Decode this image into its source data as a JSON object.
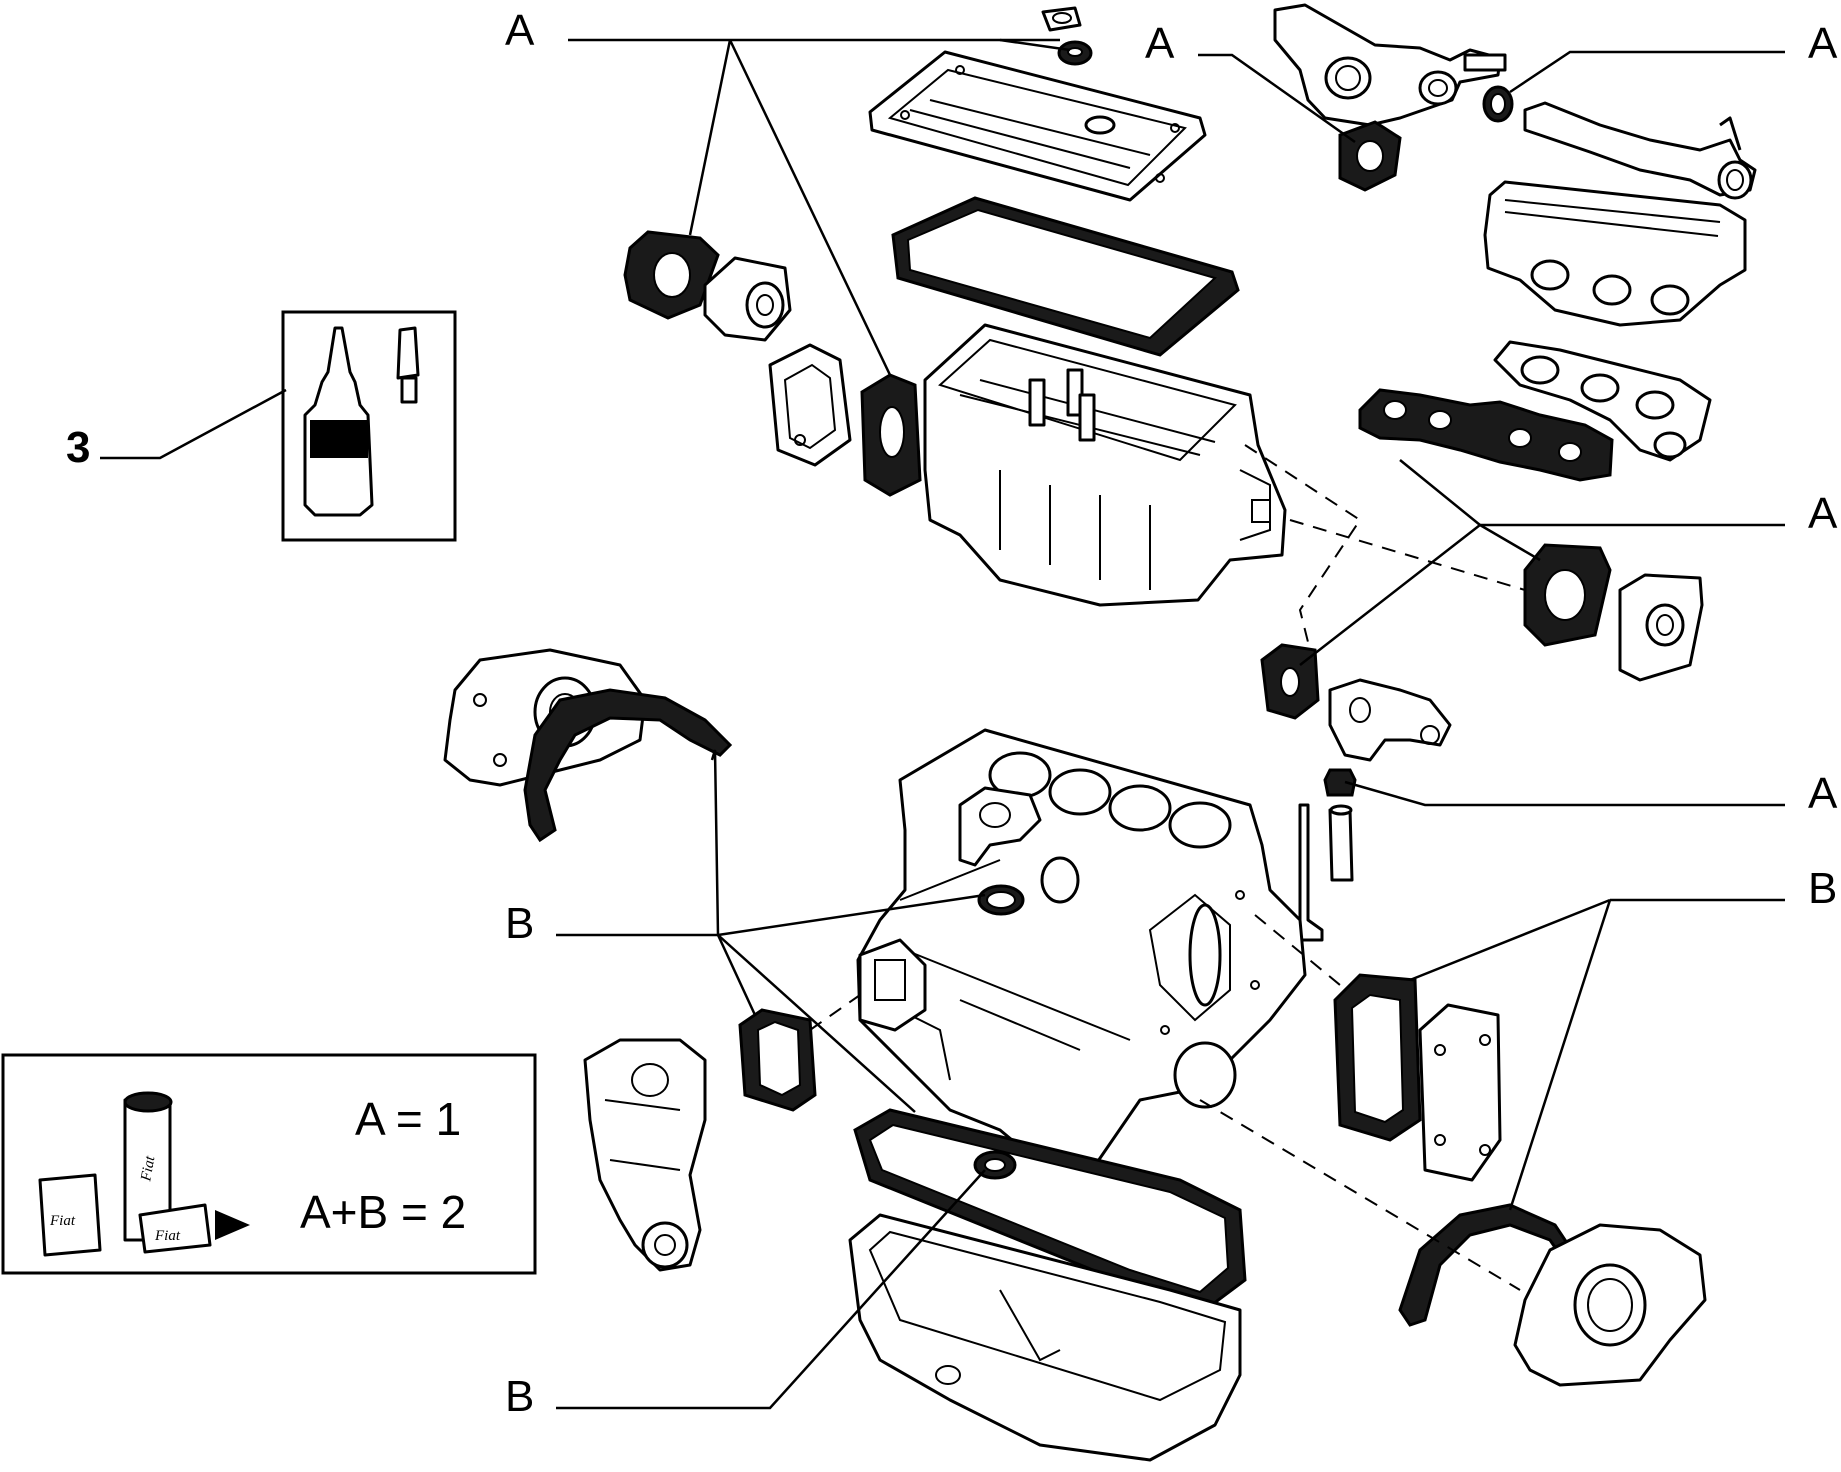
{
  "callouts": {
    "a1": "A",
    "a2": "A",
    "a3": "A",
    "a4": "A",
    "a5": "A",
    "b1": "B",
    "b2": "B",
    "b3": "B",
    "item3": "3"
  },
  "legend": {
    "line1": "A = 1",
    "line2": "A+B = 2",
    "brand": "Fiat"
  },
  "sealant": {
    "bottle_label": "",
    "icon": "sealant-tube-icon"
  }
}
